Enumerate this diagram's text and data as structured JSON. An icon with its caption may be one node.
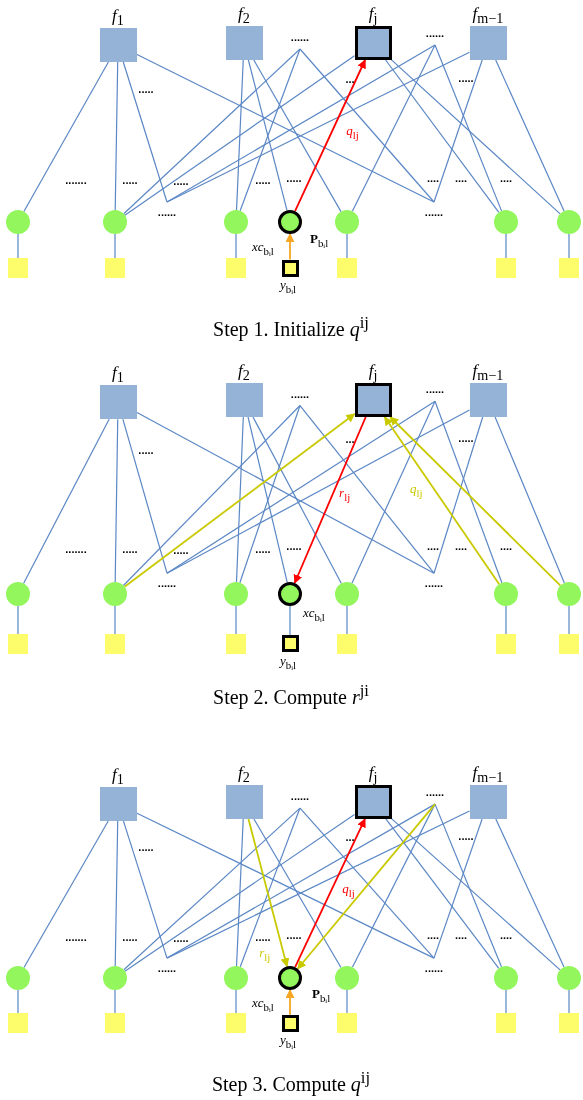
{
  "diagram": {
    "nodes": [
      {
        "text": [
          "*f*$_{1}$"
        ]
      },
      {
        "text": [
          "*f*$_{2}$"
        ]
      },
      {
        "text": [
          "......"
        ]
      },
      {
        "text": [
          "*f*$_{j}$"
        ]
      },
      {
        "text": [
          "......"
        ]
      },
      {
        "text": [
          "*f*$_{m−1}$"
        ]
      },
      {
        "text": [
          "......"
        ]
      },
      {
        "text": [
          "......"
        ]
      },
      {
        "text": [],
        "shape": "circle"
      },
      {
        "text": [],
        "shape": "circle"
      },
      {
        "text": [],
        "shape": "circle"
      },
      {
        "text": [],
        "shape": "circle",
        "beside": [
          "*xc*$_{bᵢl}$"
        ]
      },
      {
        "text": [],
        "shape": "circle"
      },
      {
        "text": [],
        "shape": "circle"
      },
      {
        "text": [],
        "shape": "circle"
      },
      {
        "text": [],
        "shape": "box"
      },
      {
        "text": [],
        "shape": "box"
      },
      {
        "text": [],
        "shape": "box"
      },
      {
        "text": [],
        "shape": "box",
        "beside": [
          "*y*$_{bᵢl}$"
        ]
      },
      {
        "text": [],
        "shape": "box"
      },
      {
        "text": [],
        "shape": "box"
      },
      {
        "text": [],
        "shape": "box"
      },
      {
        "text": [
          "*f*$_{1}$"
        ]
      },
      {
        "text": [
          "*f*$_{2}$"
        ]
      },
      {
        "text": [
          "......"
        ]
      },
      {
        "text": [
          "*f*$_{j}$"
        ]
      },
      {
        "text": [
          "......"
        ]
      },
      {
        "text": [
          "*f*$_{m−1}$"
        ]
      },
      {
        "text": [
          "......"
        ]
      },
      {
        "text": [
          "......"
        ]
      },
      {
        "text": [],
        "shape": "circle"
      },
      {
        "text": [],
        "shape": "circle"
      },
      {
        "text": [],
        "shape": "circle"
      },
      {
        "text": [],
        "shape": "circle",
        "beside": [
          "*xc*$_{bᵢl}$"
        ]
      },
      {
        "text": [],
        "shape": "circle"
      },
      {
        "text": [],
        "shape": "circle"
      },
      {
        "text": [],
        "shape": "circle"
      },
      {
        "text": [],
        "shape": "box"
      },
      {
        "text": [],
        "shape": "box"
      },
      {
        "text": [],
        "shape": "box"
      },
      {
        "text": [],
        "shape": "box",
        "beside": [
          "*y*$_{bᵢl}$"
        ]
      },
      {
        "text": [],
        "shape": "box"
      },
      {
        "text": [],
        "shape": "box"
      },
      {
        "text": [],
        "shape": "box"
      },
      {
        "text": [
          "*f*$_{1}$"
        ]
      },
      {
        "text": [
          "*f*$_{2}$"
        ]
      },
      {
        "text": [
          "......"
        ]
      },
      {
        "text": [
          "*f*$_{j}$"
        ]
      },
      {
        "text": [
          "......"
        ]
      },
      {
        "text": [
          "*f*$_{m−1}$"
        ]
      },
      {
        "text": [
          "......"
        ]
      },
      {
        "text": [
          "......"
        ]
      },
      {
        "text": [],
        "shape": "circle"
      },
      {
        "text": [],
        "shape": "circle"
      },
      {
        "text": [],
        "shape": "circle"
      },
      {
        "text": [],
        "shape": "circle",
        "beside": [
          "*xc*$_{bᵢl}$"
        ]
      },
      {
        "text": [],
        "shape": "circle"
      },
      {
        "text": [],
        "shape": "circle"
      },
      {
        "text": [],
        "shape": "circle"
      },
      {
        "text": [],
        "shape": "box"
      },
      {
        "text": [],
        "shape": "box"
      },
      {
        "text": [],
        "shape": "box"
      },
      {
        "text": [],
        "shape": "box",
        "beside": [
          "*y*$_{bᵢl}$"
        ]
      },
      {
        "text": [],
        "shape": "box"
      },
      {
        "text": [],
        "shape": "box"
      },
      {
        "text": [],
        "shape": "box"
      }
    ],
    "edges": [
      {
        "from": 0,
        "to": 8,
        "arrow": "none"
      },
      {
        "from": 0,
        "to": 9,
        "arrow": "none"
      },
      {
        "from": 0,
        "to": 6,
        "arrow": "none"
      },
      {
        "from": 0,
        "to": 7,
        "arrow": "none"
      },
      {
        "from": 1,
        "to": 10,
        "arrow": "none"
      },
      {
        "from": 1,
        "to": 11,
        "arrow": "none"
      },
      {
        "from": 1,
        "to": 12,
        "arrow": "none"
      },
      {
        "from": 2,
        "to": 9,
        "arrow": "none"
      },
      {
        "from": 2,
        "to": 10,
        "arrow": "none"
      },
      {
        "from": 2,
        "to": 7,
        "arrow": "none"
      },
      {
        "from": 3,
        "to": 9,
        "arrow": "none"
      },
      {
        "from": 3,
        "to": 13,
        "arrow": "none"
      },
      {
        "from": 3,
        "to": 14,
        "arrow": "none"
      },
      {
        "from": 4,
        "to": 6,
        "arrow": "none"
      },
      {
        "from": 4,
        "to": 12,
        "arrow": "none"
      },
      {
        "from": 4,
        "to": 13,
        "arrow": "none"
      },
      {
        "from": 5,
        "to": 6,
        "arrow": "none"
      },
      {
        "from": 5,
        "to": 7,
        "arrow": "none"
      },
      {
        "from": 5,
        "to": 14,
        "arrow": "none"
      },
      {
        "from": 8,
        "to": 15,
        "arrow": "none"
      },
      {
        "from": 9,
        "to": 16,
        "arrow": "none"
      },
      {
        "from": 10,
        "to": 17,
        "arrow": "none"
      },
      {
        "from": 12,
        "to": 19,
        "arrow": "none"
      },
      {
        "from": 13,
        "to": 20,
        "arrow": "none"
      },
      {
        "from": 14,
        "to": 21,
        "arrow": "none"
      },
      {
        "from": 18,
        "to": 11,
        "arrow": "to",
        "label": "**P**$_{bᵢl}$",
        "color": "#f5a623"
      },
      {
        "from": 11,
        "to": 3,
        "arrow": "to",
        "label": "*q*$_{lj}$",
        "color": "#ff0000"
      },
      {
        "from": 22,
        "to": 30,
        "arrow": "none"
      },
      {
        "from": 22,
        "to": 31,
        "arrow": "none"
      },
      {
        "from": 22,
        "to": 28,
        "arrow": "none"
      },
      {
        "from": 22,
        "to": 29,
        "arrow": "none"
      },
      {
        "from": 23,
        "to": 32,
        "arrow": "none"
      },
      {
        "from": 23,
        "to": 33,
        "arrow": "none"
      },
      {
        "from": 23,
        "to": 34,
        "arrow": "none"
      },
      {
        "from": 24,
        "to": 31,
        "arrow": "none"
      },
      {
        "from": 24,
        "to": 32,
        "arrow": "none"
      },
      {
        "from": 24,
        "to": 29,
        "arrow": "none"
      },
      {
        "from": 26,
        "to": 28,
        "arrow": "none"
      },
      {
        "from": 26,
        "to": 34,
        "arrow": "none"
      },
      {
        "from": 26,
        "to": 35,
        "arrow": "none"
      },
      {
        "from": 27,
        "to": 28,
        "arrow": "none"
      },
      {
        "from": 27,
        "to": 29,
        "arrow": "none"
      },
      {
        "from": 27,
        "to": 36,
        "arrow": "none"
      },
      {
        "from": 30,
        "to": 37,
        "arrow": "none"
      },
      {
        "from": 31,
        "to": 38,
        "arrow": "none"
      },
      {
        "from": 32,
        "to": 39,
        "arrow": "none"
      },
      {
        "from": 33,
        "to": 40,
        "arrow": "none"
      },
      {
        "from": 34,
        "to": 41,
        "arrow": "none"
      },
      {
        "from": 35,
        "to": 42,
        "arrow": "none"
      },
      {
        "from": 36,
        "to": 43,
        "arrow": "none"
      },
      {
        "from": 25,
        "to": 33,
        "arrow": "to",
        "label": "*r*$_{lj}$",
        "color": "#ff0000"
      },
      {
        "from": 31,
        "to": 25,
        "arrow": "to",
        "color": "#c9c900"
      },
      {
        "from": 35,
        "to": 25,
        "arrow": "to",
        "label": "*q*$_{lj}$",
        "color": "#c9c900"
      },
      {
        "from": 36,
        "to": 25,
        "arrow": "to",
        "color": "#c9c900"
      },
      {
        "from": 44,
        "to": 52,
        "arrow": "none"
      },
      {
        "from": 44,
        "to": 53,
        "arrow": "none"
      },
      {
        "from": 44,
        "to": 50,
        "arrow": "none"
      },
      {
        "from": 44,
        "to": 51,
        "arrow": "none"
      },
      {
        "from": 45,
        "to": 54,
        "arrow": "none"
      },
      {
        "from": 45,
        "to": 56,
        "arrow": "none"
      },
      {
        "from": 46,
        "to": 53,
        "arrow": "none"
      },
      {
        "from": 46,
        "to": 54,
        "arrow": "none"
      },
      {
        "from": 46,
        "to": 51,
        "arrow": "none"
      },
      {
        "from": 47,
        "to": 53,
        "arrow": "none"
      },
      {
        "from": 47,
        "to": 57,
        "arrow": "none"
      },
      {
        "from": 47,
        "to": 58,
        "arrow": "none"
      },
      {
        "from": 48,
        "to": 50,
        "arrow": "none"
      },
      {
        "from": 48,
        "to": 56,
        "arrow": "none"
      },
      {
        "from": 48,
        "to": 57,
        "arrow": "none"
      },
      {
        "from": 49,
        "to": 50,
        "arrow": "none"
      },
      {
        "from": 49,
        "to": 51,
        "arrow": "none"
      },
      {
        "from": 49,
        "to": 58,
        "arrow": "none"
      },
      {
        "from": 52,
        "to": 59,
        "arrow": "none"
      },
      {
        "from": 53,
        "to": 60,
        "arrow": "none"
      },
      {
        "from": 54,
        "to": 61,
        "arrow": "none"
      },
      {
        "from": 56,
        "to": 63,
        "arrow": "none"
      },
      {
        "from": 57,
        "to": 64,
        "arrow": "none"
      },
      {
        "from": 58,
        "to": 65,
        "arrow": "none"
      },
      {
        "from": 62,
        "to": 55,
        "arrow": "to",
        "label": "**P**$_{bᵢl}$",
        "color": "#f5a623"
      },
      {
        "from": 55,
        "to": 47,
        "arrow": "to",
        "label": "*q*$_{lj}$",
        "color": "#ff0000"
      },
      {
        "from": 45,
        "to": 55,
        "arrow": "to",
        "label": "*r*$_{lj}$",
        "color": "#c9c900"
      },
      {
        "from": 48,
        "to": 55,
        "arrow": "to",
        "color": "#c9c900"
      }
    ],
    "labels": [
      ".....",
      "...",
      ".....",
      ".......",
      ".....",
      ".....",
      ".....",
      ".....",
      "....",
      "....",
      "....",
      "Step 1. Initialize *q*$^{ij}$",
      ".....",
      "...",
      ".....",
      ".......",
      ".....",
      ".....",
      ".....",
      ".....",
      "....",
      "....",
      "....",
      "Step 2. Compute *r*$^{ji}$",
      ".....",
      "...",
      ".....",
      ".......",
      ".....",
      ".....",
      ".....",
      ".....",
      "....",
      "....",
      "....",
      "Step 3. Compute *q*$^{ij}$"
    ]
  }
}
